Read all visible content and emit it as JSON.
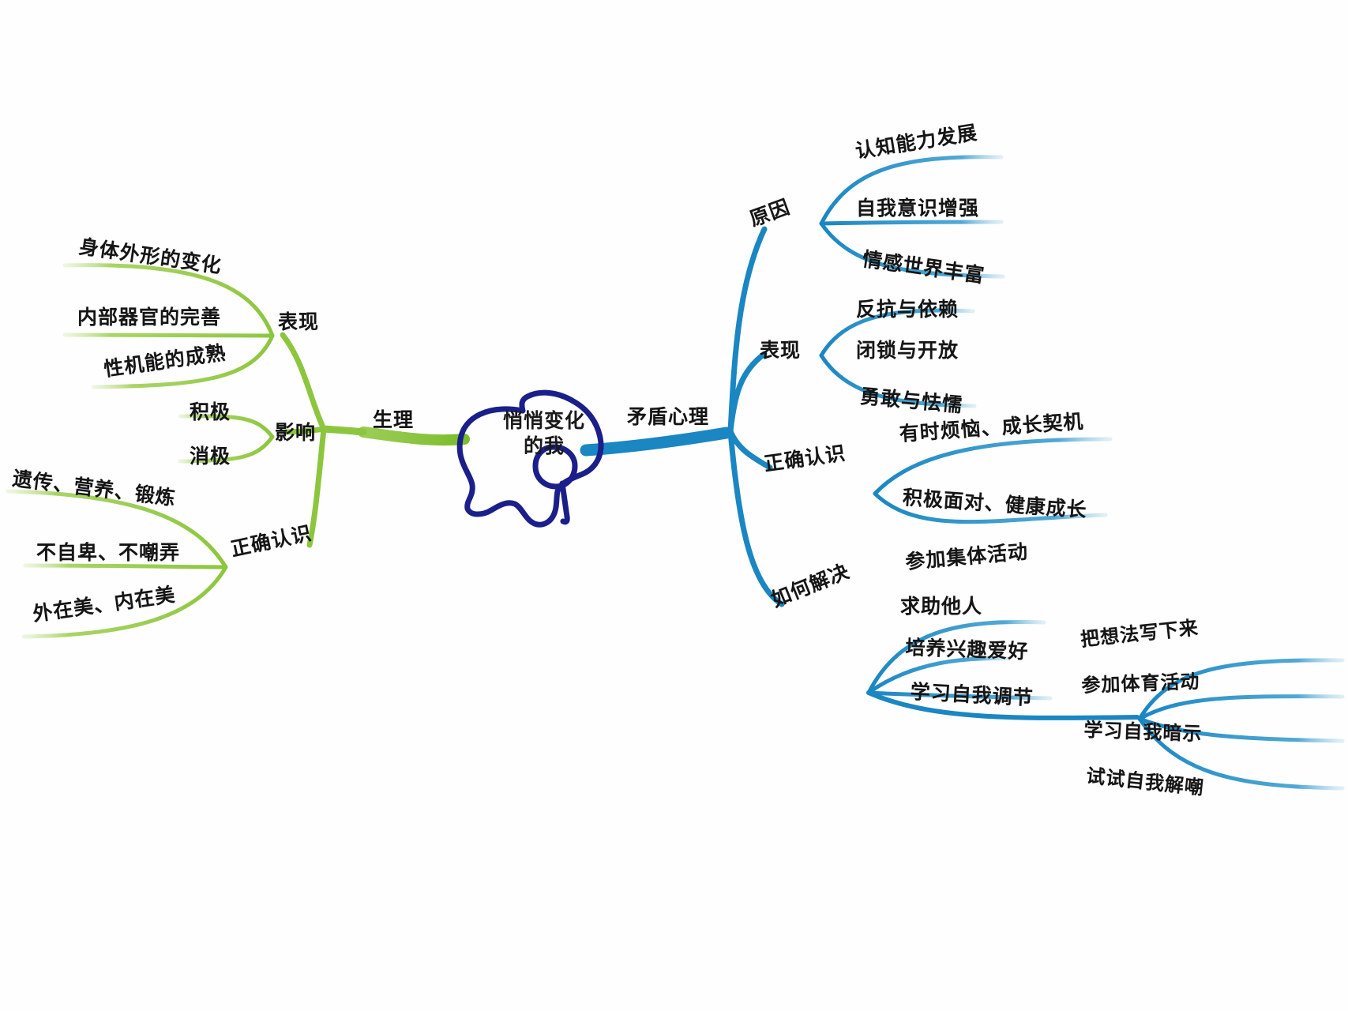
{
  "title": "悄悄变化的我 思维导图",
  "center": {
    "label": "悄悄变化\n的我",
    "line1": "悄悄变化",
    "line2": "的我",
    "outline_color": "#1b1f8a"
  },
  "colors": {
    "left_branch": "#8cc63e",
    "left_branch_light": "#b7d96b",
    "right_branch": "#1a86c2",
    "right_branch_dark": "#0d6a9e",
    "center_outline": "#1b1f8a",
    "text": "#151515",
    "background": "#ffffff"
  },
  "branches": {
    "left": {
      "label": "生理",
      "color": "#8cc63e",
      "children": [
        {
          "label": "表现",
          "children": [
            {
              "label": "身体外形的变化"
            },
            {
              "label": "内部器官的完善"
            },
            {
              "label": "性机能的成熟"
            }
          ]
        },
        {
          "label": "影响",
          "children": [
            {
              "label": "积极"
            },
            {
              "label": "消极"
            }
          ]
        },
        {
          "label": "正确认识",
          "children": [
            {
              "label": "遗传、营养、锻炼"
            },
            {
              "label": "不自卑、不嘲弄"
            },
            {
              "label": "外在美、内在美"
            }
          ]
        }
      ]
    },
    "right": {
      "label": "矛盾心理",
      "color": "#1a86c2",
      "children": [
        {
          "label": "原因",
          "children": [
            {
              "label": "认知能力发展"
            },
            {
              "label": "自我意识增强"
            },
            {
              "label": "情感世界丰富"
            }
          ]
        },
        {
          "label": "表现",
          "children": [
            {
              "label": "反抗与依赖"
            },
            {
              "label": "闭锁与开放"
            },
            {
              "label": "勇敢与怯懦"
            }
          ]
        },
        {
          "label": "正确认识",
          "children": [
            {
              "label": "有时烦恼、成长契机"
            },
            {
              "label": "积极面对、健康成长"
            }
          ]
        },
        {
          "label": "如何解决",
          "children": [
            {
              "label": "参加集体活动"
            },
            {
              "label": "求助他人"
            },
            {
              "label": "培养兴趣爱好"
            },
            {
              "label": "学习自我调节",
              "children": [
                {
                  "label": "把想法写下来"
                },
                {
                  "label": "参加体育活动"
                },
                {
                  "label": "学习自我暗示"
                },
                {
                  "label": "试试自我解嘲"
                }
              ]
            }
          ]
        }
      ]
    }
  }
}
